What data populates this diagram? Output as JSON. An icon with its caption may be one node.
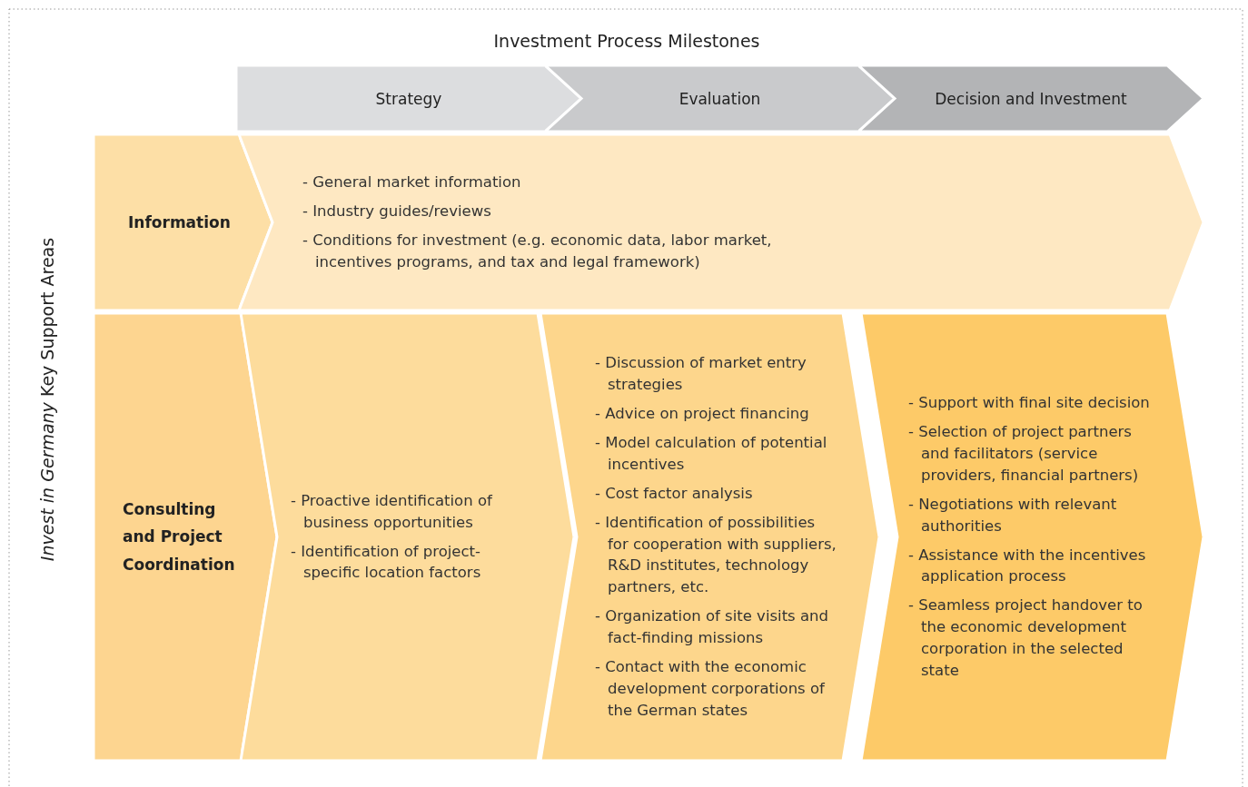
{
  "diagram": {
    "title": "Investment Process Milestones",
    "nodes": [
      {
        "text": [
          "Strategy"
        ]
      },
      {
        "text": [
          "Evaluation"
        ]
      },
      {
        "text": [
          "Decision and Investment"
        ]
      },
      {
        "text": [
          "Information"
        ]
      },
      {
        "text": [
          "- General market information",
          "- Industry guides/reviews",
          "- Conditions for investment (e.g. economic data, labor market, incentives programs, and tax and legal framework)"
        ]
      },
      {
        "text": [
          "Consulting and Project Coordination"
        ]
      },
      {
        "text": [
          "- Proactive identification of business opportunities",
          "- Identification of project-specific location factors"
        ]
      },
      {
        "text": [
          "- Discussion of market entry strategies",
          "- Advice on project financing",
          "- Model calculation of potential incentives",
          "- Cost factor analysis",
          "- Identification of possibilities for cooperation with suppliers, R&D institutes, technology partners, etc.",
          "- Organization of site visits and fact-finding missions",
          "- Contact with the economic development corporations of the German states"
        ]
      },
      {
        "text": [
          "- Support with final site decision",
          "- Selection of project partners and facilitators (service providers, financial partners)",
          "- Negotiations with relevant authorities",
          "- Assistance with the incentives application process",
          "- Seamless project handover to the economic development corporation in the selected state"
        ]
      }
    ],
    "edges": [],
    "labels": [
      "*Invest in Germany* Key Support Areas"
    ]
  }
}
